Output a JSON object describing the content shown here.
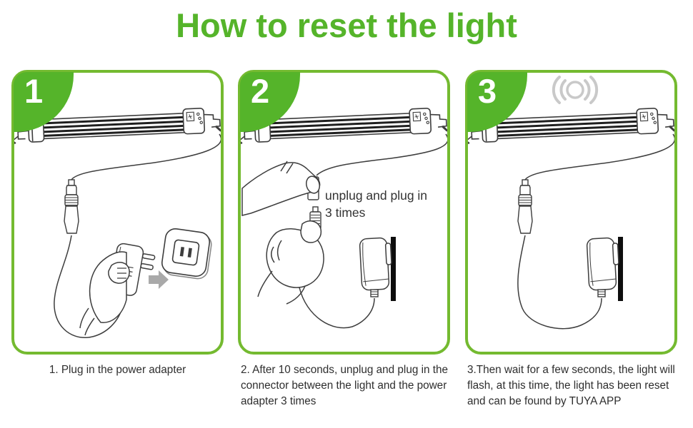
{
  "title": "How to reset the light",
  "colors": {
    "title_green": "#55b42a",
    "panel_border_green": "#74ba30",
    "badge_green": "#55b42a",
    "signal_gray": "#c9c9c9",
    "arrow_gray": "#a9a9a9",
    "line": "#3d3d3d",
    "text": "#2e2e2e"
  },
  "panels": [
    {
      "number": "1",
      "caption": "1. Plug in the power adapter"
    },
    {
      "number": "2",
      "caption": "2. After 10 seconds, unplug and plug in the connector between the light and the power adapter 3 times",
      "annotation_line1": "unplug and plug in",
      "annotation_line2": "3 times"
    },
    {
      "number": "3",
      "caption": "3.Then wait for a few seconds, the light will flash, at this time, the light has been reset and can be found by TUYA APP"
    }
  ]
}
